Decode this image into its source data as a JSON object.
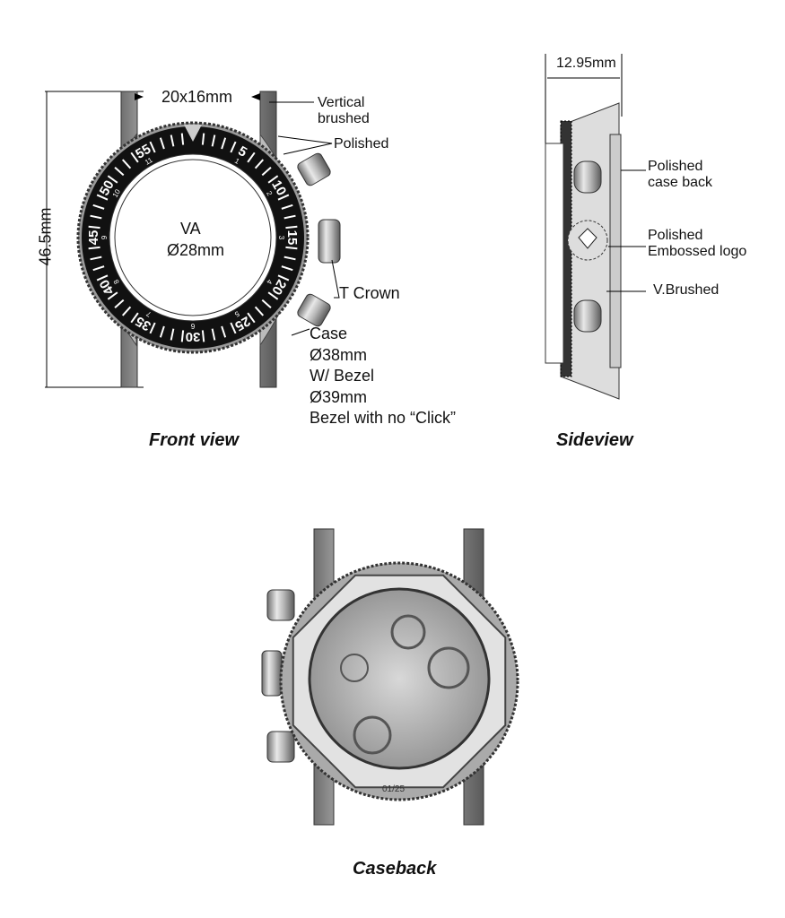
{
  "front": {
    "caption": "Front view",
    "height_dim": "46.5mm",
    "lug_dim": "20x16mm",
    "va_label": "VA",
    "va_dim": "Ø28mm",
    "callouts": {
      "vertical_brushed": [
        "Vertical",
        "brushed"
      ],
      "polished": "Polished",
      "crown": "T Crown",
      "case": [
        "Case",
        "Ø38mm",
        "W/ Bezel",
        "Ø39mm",
        "Bezel with no “Click”"
      ]
    },
    "bezel_minutes": [
      "5",
      "10",
      "15",
      "20",
      "25",
      "30",
      "35",
      "40",
      "45",
      "50",
      "55"
    ],
    "bezel_hours": [
      "1",
      "2",
      "3",
      "4",
      "5",
      "6",
      "7",
      "8",
      "9",
      "10",
      "11"
    ]
  },
  "side": {
    "caption": "Sideview",
    "thickness_dim": "12.95mm",
    "callouts": {
      "case_back": [
        "Polished",
        "case back"
      ],
      "logo": [
        "Polished",
        "Embossed logo"
      ],
      "brushed": "V.Brushed"
    }
  },
  "back": {
    "caption": "Caseback",
    "edition": "01/25"
  }
}
